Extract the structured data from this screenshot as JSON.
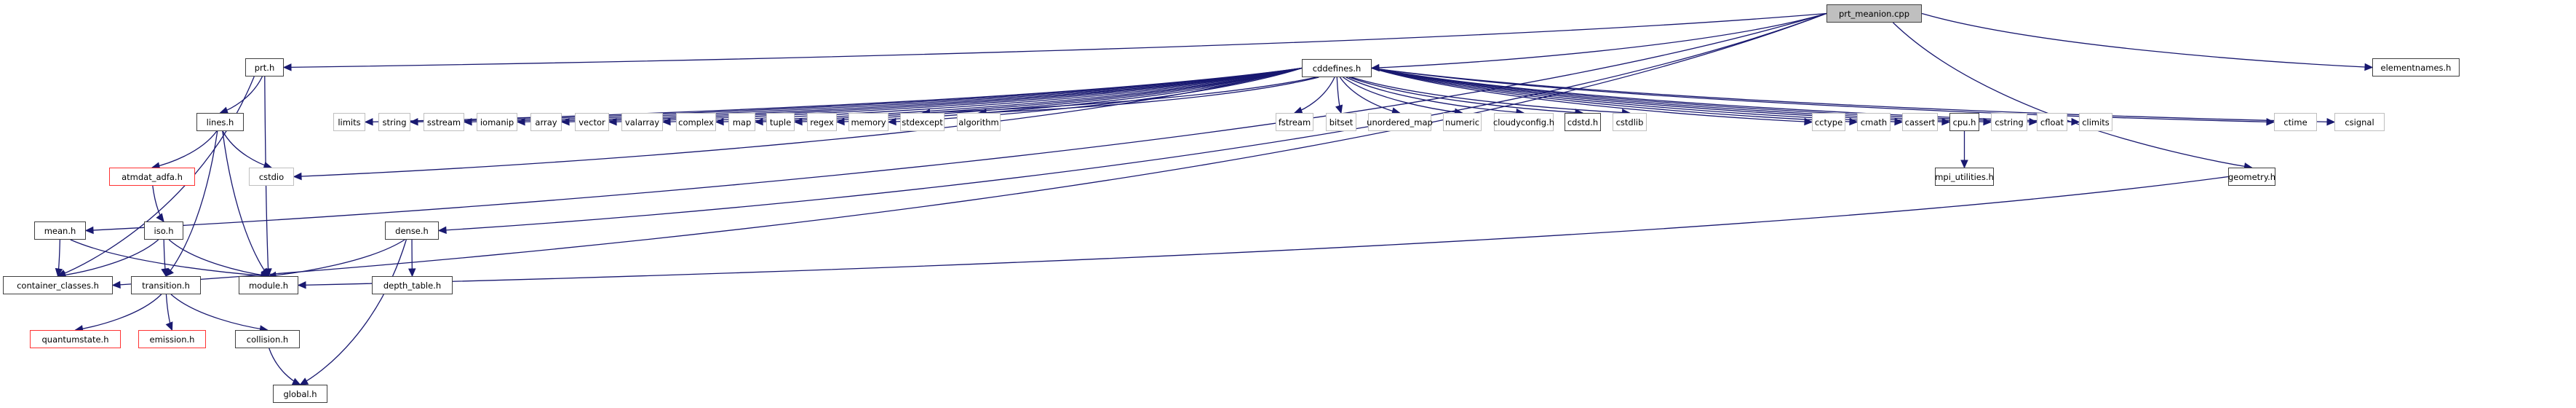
{
  "title": "prt_meanion.cpp include dependency graph",
  "colors": {
    "edge": "#191970",
    "documented_border": "#404040",
    "system_border": "#bfbfbf",
    "undocumented_border": "#ff3333",
    "root_fill": "#bfbfbf"
  },
  "nodes": [
    {
      "id": "prt_meanion",
      "label": "prt_meanion.cpp",
      "kind": "root"
    },
    {
      "id": "prt",
      "label": "prt.h",
      "kind": "doc"
    },
    {
      "id": "cddefines",
      "label": "cddefines.h",
      "kind": "doc"
    },
    {
      "id": "elementnames",
      "label": "elementnames.h",
      "kind": "doc"
    },
    {
      "id": "lines",
      "label": "lines.h",
      "kind": "doc"
    },
    {
      "id": "limits",
      "label": "limits",
      "kind": "sys"
    },
    {
      "id": "string",
      "label": "string",
      "kind": "sys"
    },
    {
      "id": "sstream",
      "label": "sstream",
      "kind": "sys"
    },
    {
      "id": "iomanip",
      "label": "iomanip",
      "kind": "sys"
    },
    {
      "id": "array",
      "label": "array",
      "kind": "sys"
    },
    {
      "id": "vector",
      "label": "vector",
      "kind": "sys"
    },
    {
      "id": "valarray",
      "label": "valarray",
      "kind": "sys"
    },
    {
      "id": "complex",
      "label": "complex",
      "kind": "sys"
    },
    {
      "id": "map",
      "label": "map",
      "kind": "sys"
    },
    {
      "id": "tuple",
      "label": "tuple",
      "kind": "sys"
    },
    {
      "id": "regex",
      "label": "regex",
      "kind": "sys"
    },
    {
      "id": "memory",
      "label": "memory",
      "kind": "sys"
    },
    {
      "id": "stdexcept",
      "label": "stdexcept",
      "kind": "sys"
    },
    {
      "id": "algorithm",
      "label": "algorithm",
      "kind": "sys"
    },
    {
      "id": "fstream",
      "label": "fstream",
      "kind": "sys"
    },
    {
      "id": "bitset",
      "label": "bitset",
      "kind": "sys"
    },
    {
      "id": "unordered_map",
      "label": "unordered_map",
      "kind": "sys"
    },
    {
      "id": "numeric",
      "label": "numeric",
      "kind": "sys"
    },
    {
      "id": "cloudyconfig",
      "label": "cloudyconfig.h",
      "kind": "sys"
    },
    {
      "id": "cdstd",
      "label": "cdstd.h",
      "kind": "doc"
    },
    {
      "id": "cstdlib",
      "label": "cstdlib",
      "kind": "sys"
    },
    {
      "id": "cctype",
      "label": "cctype",
      "kind": "sys"
    },
    {
      "id": "cmath",
      "label": "cmath",
      "kind": "sys"
    },
    {
      "id": "cassert",
      "label": "cassert",
      "kind": "sys"
    },
    {
      "id": "cpu",
      "label": "cpu.h",
      "kind": "doc"
    },
    {
      "id": "cstring",
      "label": "cstring",
      "kind": "sys"
    },
    {
      "id": "cfloat",
      "label": "cfloat",
      "kind": "sys"
    },
    {
      "id": "climits",
      "label": "climits",
      "kind": "sys"
    },
    {
      "id": "ctime",
      "label": "ctime",
      "kind": "sys"
    },
    {
      "id": "csignal",
      "label": "csignal",
      "kind": "sys"
    },
    {
      "id": "atmdat_adfa",
      "label": "atmdat_adfa.h",
      "kind": "undoc"
    },
    {
      "id": "cstdio",
      "label": "cstdio",
      "kind": "sys"
    },
    {
      "id": "mpi_utilities",
      "label": "mpi_utilities.h",
      "kind": "doc"
    },
    {
      "id": "geometry",
      "label": "geometry.h",
      "kind": "doc"
    },
    {
      "id": "mean",
      "label": "mean.h",
      "kind": "doc"
    },
    {
      "id": "iso",
      "label": "iso.h",
      "kind": "doc"
    },
    {
      "id": "dense",
      "label": "dense.h",
      "kind": "doc"
    },
    {
      "id": "container_classes",
      "label": "container_classes.h",
      "kind": "doc"
    },
    {
      "id": "module",
      "label": "module.h",
      "kind": "doc"
    },
    {
      "id": "transition",
      "label": "transition.h",
      "kind": "doc"
    },
    {
      "id": "depth_table",
      "label": "depth_table.h",
      "kind": "doc"
    },
    {
      "id": "quantumstate",
      "label": "quantumstate.h",
      "kind": "undoc"
    },
    {
      "id": "emission",
      "label": "emission.h",
      "kind": "undoc"
    },
    {
      "id": "collision",
      "label": "collision.h",
      "kind": "doc"
    },
    {
      "id": "global",
      "label": "global.h",
      "kind": "doc"
    }
  ],
  "edges": [
    [
      "prt_meanion",
      "prt"
    ],
    [
      "prt_meanion",
      "cddefines"
    ],
    [
      "prt_meanion",
      "elementnames"
    ],
    [
      "prt_meanion",
      "mean"
    ],
    [
      "prt_meanion",
      "container_classes"
    ],
    [
      "prt_meanion",
      "geometry"
    ],
    [
      "prt_meanion",
      "dense"
    ],
    [
      "prt",
      "lines"
    ],
    [
      "prt",
      "module"
    ],
    [
      "prt",
      "container_classes"
    ],
    [
      "cddefines",
      "limits"
    ],
    [
      "cddefines",
      "string"
    ],
    [
      "cddefines",
      "sstream"
    ],
    [
      "cddefines",
      "iomanip"
    ],
    [
      "cddefines",
      "array"
    ],
    [
      "cddefines",
      "vector"
    ],
    [
      "cddefines",
      "valarray"
    ],
    [
      "cddefines",
      "complex"
    ],
    [
      "cddefines",
      "map"
    ],
    [
      "cddefines",
      "tuple"
    ],
    [
      "cddefines",
      "regex"
    ],
    [
      "cddefines",
      "memory"
    ],
    [
      "cddefines",
      "stdexcept"
    ],
    [
      "cddefines",
      "algorithm"
    ],
    [
      "cddefines",
      "fstream"
    ],
    [
      "cddefines",
      "bitset"
    ],
    [
      "cddefines",
      "unordered_map"
    ],
    [
      "cddefines",
      "numeric"
    ],
    [
      "cddefines",
      "cloudyconfig"
    ],
    [
      "cddefines",
      "cdstd"
    ],
    [
      "cddefines",
      "cstdlib"
    ],
    [
      "cddefines",
      "cctype"
    ],
    [
      "cddefines",
      "cmath"
    ],
    [
      "cddefines",
      "cassert"
    ],
    [
      "cddefines",
      "cpu"
    ],
    [
      "cddefines",
      "cstring"
    ],
    [
      "cddefines",
      "cfloat"
    ],
    [
      "cddefines",
      "climits"
    ],
    [
      "cddefines",
      "ctime"
    ],
    [
      "cddefines",
      "csignal"
    ],
    [
      "cddefines",
      "cstdio"
    ],
    [
      "lines",
      "atmdat_adfa"
    ],
    [
      "lines",
      "cstdio"
    ],
    [
      "lines",
      "module"
    ],
    [
      "lines",
      "transition"
    ],
    [
      "atmdat_adfa",
      "iso"
    ],
    [
      "iso",
      "container_classes"
    ],
    [
      "iso",
      "transition"
    ],
    [
      "iso",
      "module"
    ],
    [
      "mean",
      "container_classes"
    ],
    [
      "mean",
      "module"
    ],
    [
      "cpu",
      "mpi_utilities"
    ],
    [
      "geometry",
      "module"
    ],
    [
      "dense",
      "module"
    ],
    [
      "dense",
      "depth_table"
    ],
    [
      "dense",
      "global"
    ],
    [
      "transition",
      "quantumstate"
    ],
    [
      "transition",
      "emission"
    ],
    [
      "transition",
      "collision"
    ],
    [
      "collision",
      "global"
    ]
  ]
}
